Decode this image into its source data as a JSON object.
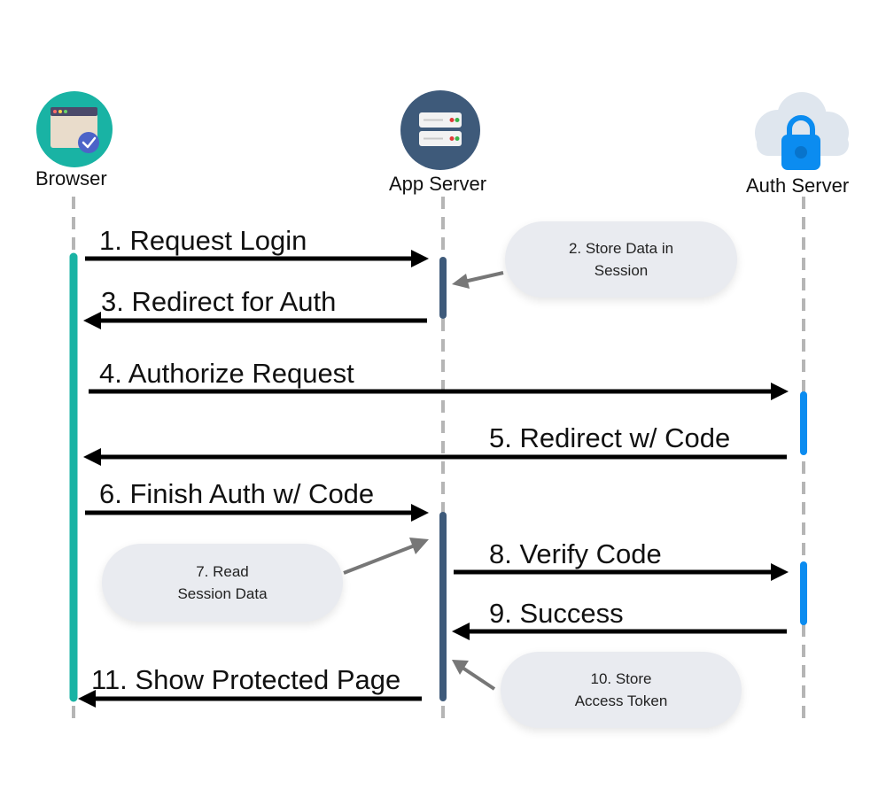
{
  "actors": {
    "browser": "Browser",
    "app_server": "App Server",
    "auth_server": "Auth Server"
  },
  "steps": [
    "1. Request Login",
    "3. Redirect for Auth",
    "4. Authorize Request",
    "5. Redirect w/ Code",
    "6. Finish Auth w/ Code",
    "8. Verify Code",
    "9. Success",
    "11. Show Protected Page"
  ],
  "notes": {
    "store_session": [
      "2. Store Data in",
      "Session"
    ],
    "read_session": [
      "7. Read",
      "Session Data"
    ],
    "store_token": [
      "10. Store",
      "Access Token"
    ]
  },
  "colors": {
    "browser": "#19b3a4",
    "app_server": "#3e5a7a",
    "auth_server": "#0b8cf0",
    "lifeline": "#b5b5b5",
    "arrow": "#000000",
    "note_arrow": "#777777",
    "note_bg": "#e9ebf0"
  }
}
